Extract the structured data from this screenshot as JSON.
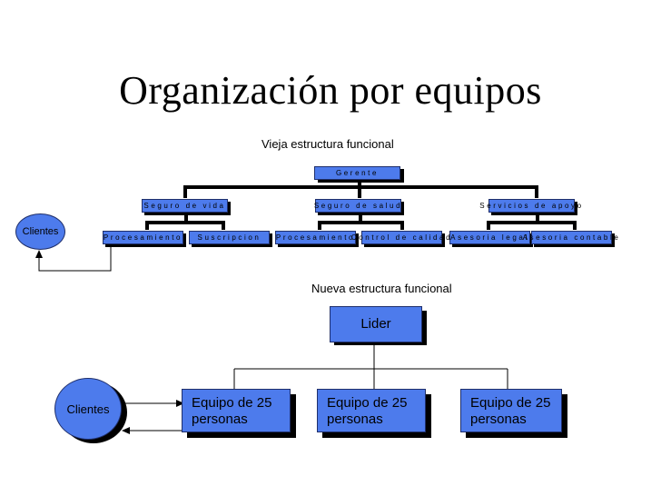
{
  "title": "Organización por equipos",
  "old_structure": {
    "caption": "Vieja estructura funcional",
    "root": "Gerente",
    "level2": [
      "Seguro de vida",
      "Seguro de salud",
      "Servicios de apoyo"
    ],
    "level3": [
      "Procesamiento",
      "Suscripcion",
      "Procesamiento",
      "Control de calidad",
      "Asesoria legal",
      "Asesoria contable"
    ],
    "clients": "Clientes"
  },
  "new_structure": {
    "caption": "Nueva estructura funcional",
    "leader": "Lider",
    "teams": [
      "Equipo de 25 personas",
      "Equipo de 25 personas",
      "Equipo de 25 personas"
    ],
    "clients": "Clientes"
  },
  "colors": {
    "box_fill": "#4d7bec",
    "box_border": "#1f2f6b",
    "shadow": "#000000",
    "connector": "#000000"
  }
}
